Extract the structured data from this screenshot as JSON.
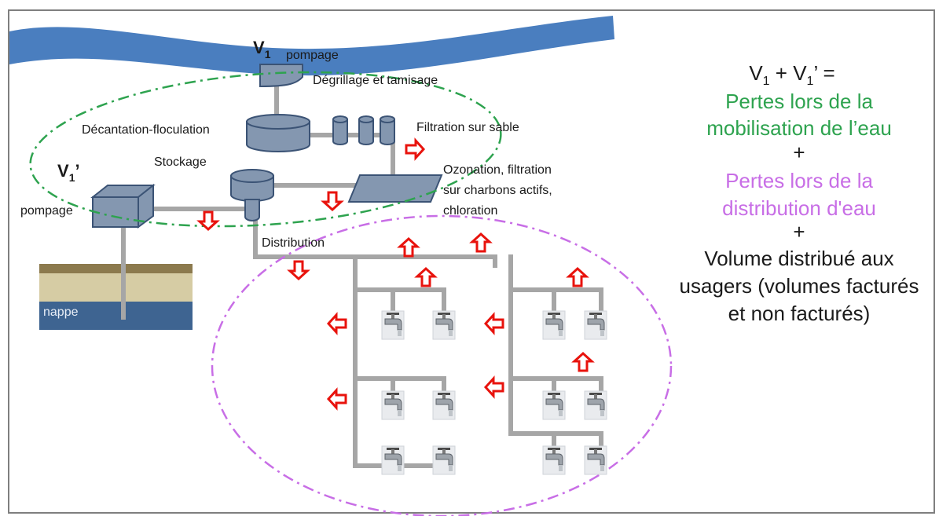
{
  "labels": {
    "v1": "V",
    "v1_sub": "1",
    "pompage_top": "pompage",
    "degrillage": "Dégrillage et tamisage",
    "decantation": "Décantation-floculation",
    "filtration_sable": "Filtration sur sable",
    "stockage": "Stockage",
    "v1p": "V",
    "v1p_sub": "1",
    "v1p_prime": "’",
    "pompage_left": "pompage",
    "ozonation_1": "Ozonation, filtration",
    "ozonation_2": "sur charbons actifs,",
    "ozonation_3": "chloration",
    "distribution": "Distribution",
    "nappe": "nappe"
  },
  "equation": {
    "v": "V",
    "sub1": "1",
    "plus_v": " + V",
    "sub2": "1",
    "tail": "’ =",
    "line2": "Pertes lors de la",
    "line3": "mobilisation de l’eau",
    "plus1": "+",
    "line5": "Pertes lors de la",
    "line6": "distribution d'eau",
    "plus2": "+",
    "line8": "Volume distribué aux",
    "line9": "usagers (volumes facturés",
    "line10": "et non facturés)"
  },
  "colors": {
    "river": "#4a7ebf",
    "mobilisation": "#2ea34f",
    "distribution": "#c86ee6",
    "loss_arrow": "#e8130d",
    "equipment": "#8497b0",
    "pipe": "#a6a6a6",
    "ground_top": "#8c7a4e",
    "ground_mid": "#d6cca4",
    "aquifer": "#3e6491"
  }
}
